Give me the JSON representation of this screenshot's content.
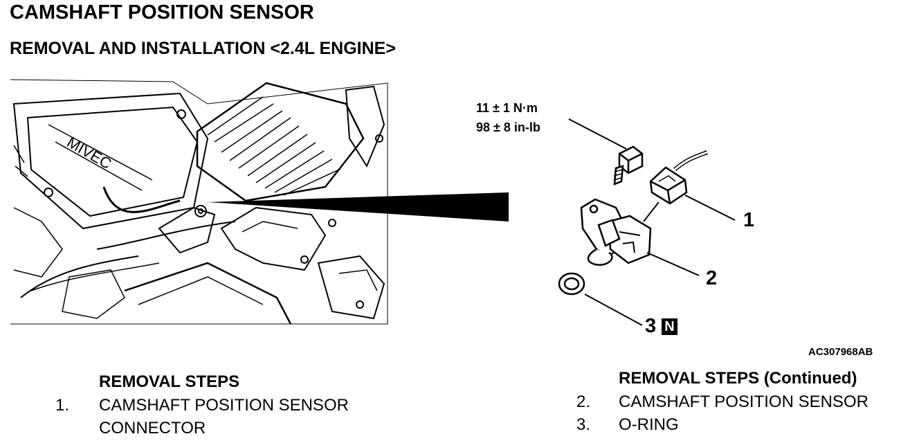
{
  "doc": {
    "title": "CAMSHAFT POSITION SENSOR",
    "subtitle": "REMOVAL AND INSTALLATION <2.4L ENGINE>"
  },
  "figure": {
    "torque_line1": "11 ± 1 N·m",
    "torque_line2": "98 ± 8 in-lb",
    "callouts": [
      "1",
      "2",
      "3"
    ],
    "badge": "N",
    "figure_id": "AC307968AB"
  },
  "removal": {
    "heading": "REMOVAL STEPS",
    "steps": [
      {
        "num": "1.",
        "text_line1": "CAMSHAFT POSITION SENSOR",
        "text_line2": "CONNECTOR"
      }
    ]
  },
  "removal_continued": {
    "heading": "REMOVAL STEPS (Continued)",
    "steps": [
      {
        "num": "2.",
        "text": "CAMSHAFT POSITION SENSOR"
      },
      {
        "num": "3.",
        "text": "O-RING"
      }
    ]
  }
}
